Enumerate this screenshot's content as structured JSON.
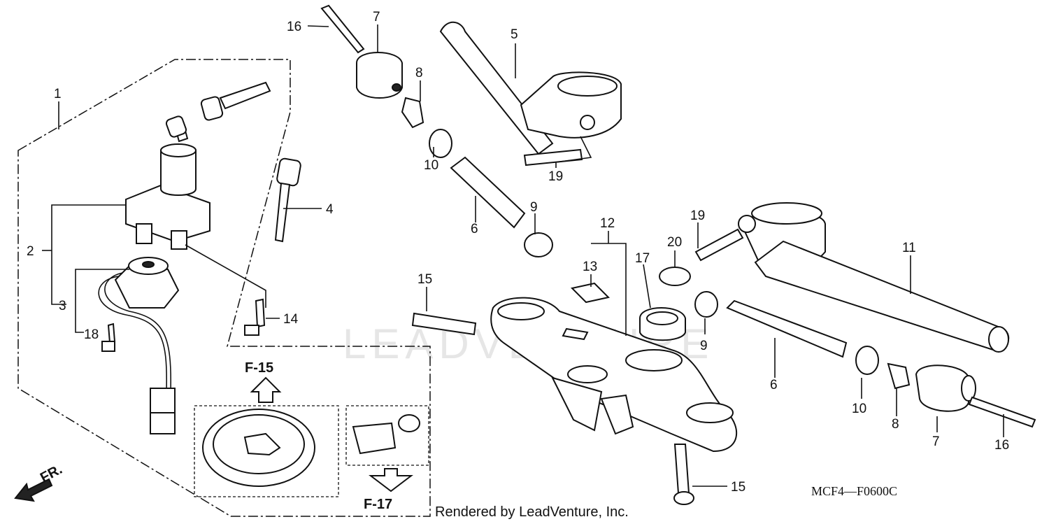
{
  "callouts": {
    "c1": "1",
    "c2": "2",
    "c3": "3",
    "c4": "4",
    "c5": "5",
    "c6a": "6",
    "c6b": "6",
    "c7a": "7",
    "c7b": "7",
    "c8a": "8",
    "c8b": "8",
    "c9a": "9",
    "c9b": "9",
    "c10a": "10",
    "c10b": "10",
    "c11": "11",
    "c12": "12",
    "c13": "13",
    "c14": "14",
    "c15a": "15",
    "c15b": "15",
    "c16a": "16",
    "c16b": "16",
    "c17": "17",
    "c18": "18",
    "c19a": "19",
    "c19b": "19",
    "c20": "20"
  },
  "refs": {
    "up": "F-15",
    "down": "F-17"
  },
  "front_label": "FR.",
  "diagram_code": "MCF4—F0600C",
  "credit": "Rendered by LeadVenture, Inc.",
  "watermark": "LEADVENTURE"
}
